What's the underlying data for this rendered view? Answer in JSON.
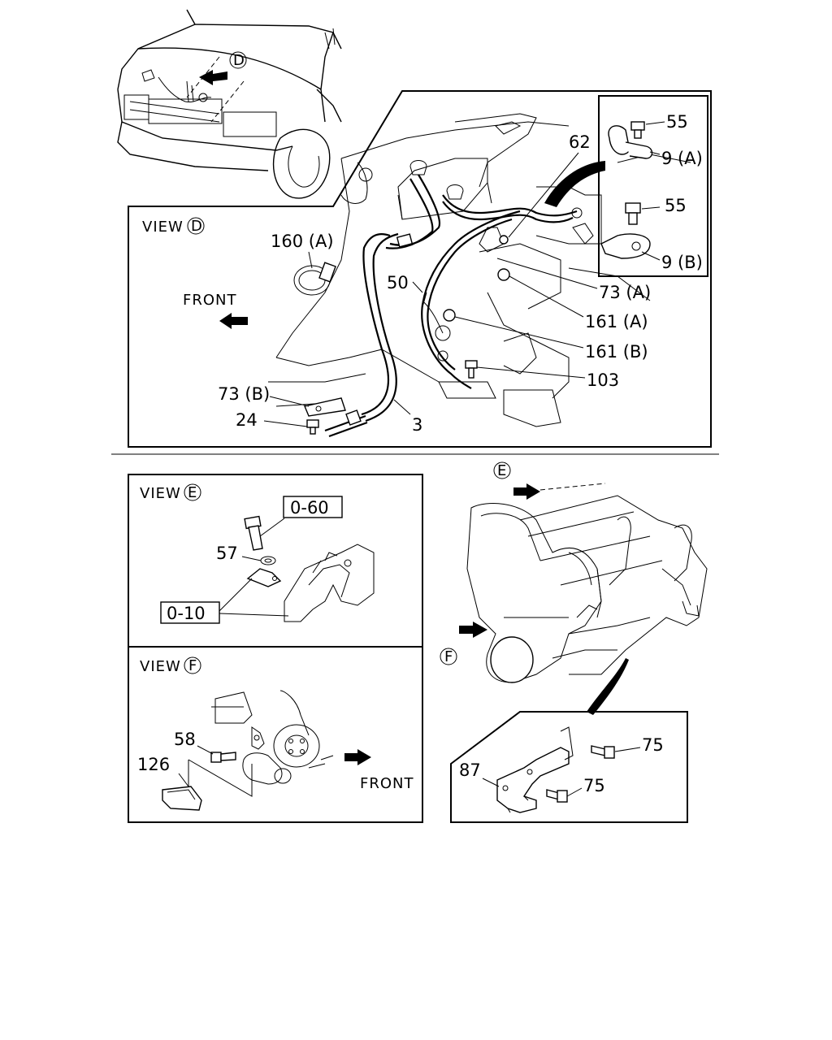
{
  "diagram": {
    "callouts": {
      "c55a": "55",
      "c9a": "9 (A)",
      "c55b": "55",
      "c9b": "9 (B)",
      "c62": "62",
      "c160a": "160 (A)",
      "c50": "50",
      "c73a": "73 (A)",
      "c161a": "161 (A)",
      "c161b": "161 (B)",
      "c103": "103",
      "c73b": "73 (B)",
      "c24": "24",
      "c3": "3",
      "c57": "57",
      "c58": "58",
      "c126": "126",
      "c87": "87",
      "c75a": "75",
      "c75b": "75"
    },
    "boxed_refs": {
      "r060": "0-60",
      "r010": "0-10"
    },
    "view_labels": {
      "view_d": "VIEW",
      "view_e": "VIEW",
      "view_f": "VIEW"
    },
    "circle_letters": {
      "d_car": "D",
      "d_view": "D",
      "e_view": "E",
      "f_view": "F",
      "e_engine": "E",
      "f_engine": "F"
    },
    "direction_labels": {
      "front_d": "FRONT",
      "front_f": "FRONT"
    }
  }
}
